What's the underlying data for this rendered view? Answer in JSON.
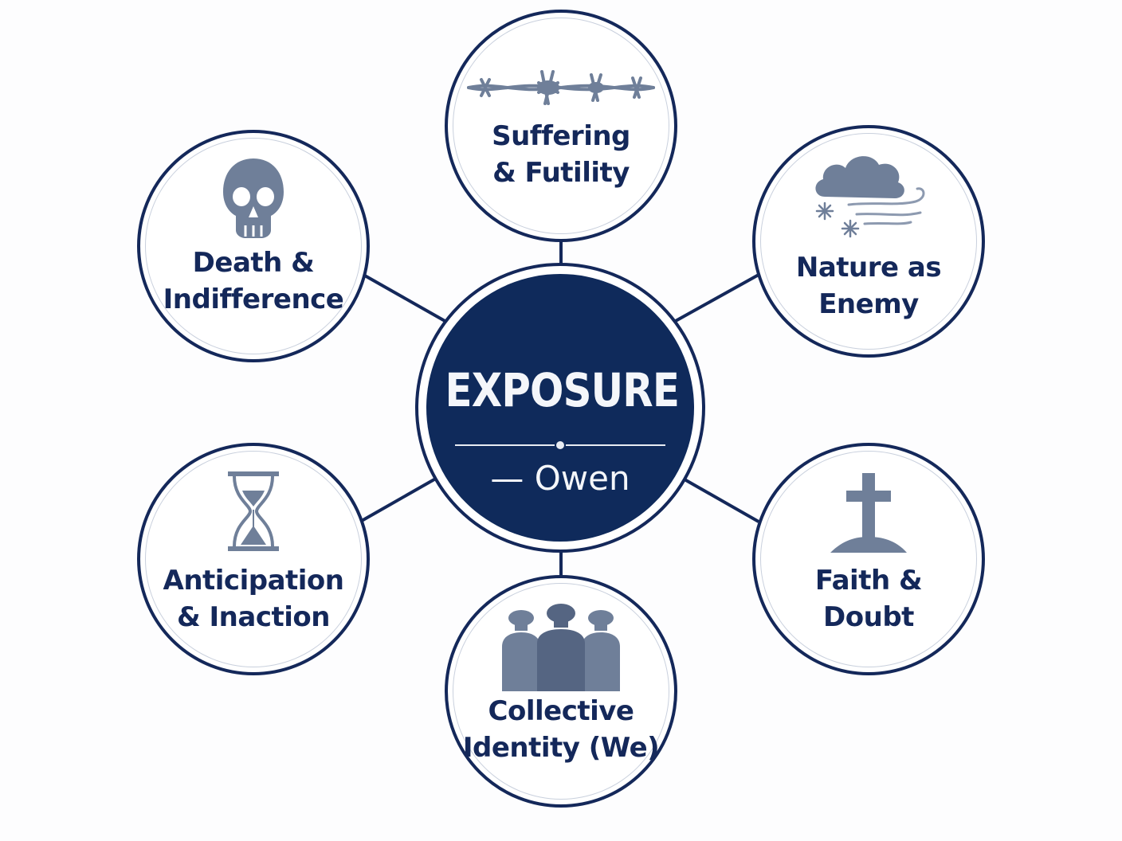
{
  "center": {
    "title": "EXPOSURE",
    "subtitle": "— Owen"
  },
  "themes": {
    "suffering": {
      "line1": "Suffering",
      "line2": "& Futility",
      "icon": "barbed-wire-icon"
    },
    "death": {
      "line1": "Death &",
      "line2": "Indifference",
      "icon": "skull-icon"
    },
    "nature": {
      "line1": "Nature as",
      "line2": "Enemy",
      "icon": "storm-cloud-icon"
    },
    "anticipation": {
      "line1": "Anticipation",
      "line2": "& Inaction",
      "icon": "hourglass-icon"
    },
    "faith": {
      "line1": "Faith &",
      "line2": "Doubt",
      "icon": "grave-cross-icon"
    },
    "collective": {
      "line1": "Collective",
      "line2": "Identity (We)",
      "icon": "soldiers-icon"
    }
  },
  "colors": {
    "navy": "#14285a",
    "center_fill": "#0f2a5b",
    "icon_gray": "#6f7f99",
    "background": "#fdfdfe"
  }
}
